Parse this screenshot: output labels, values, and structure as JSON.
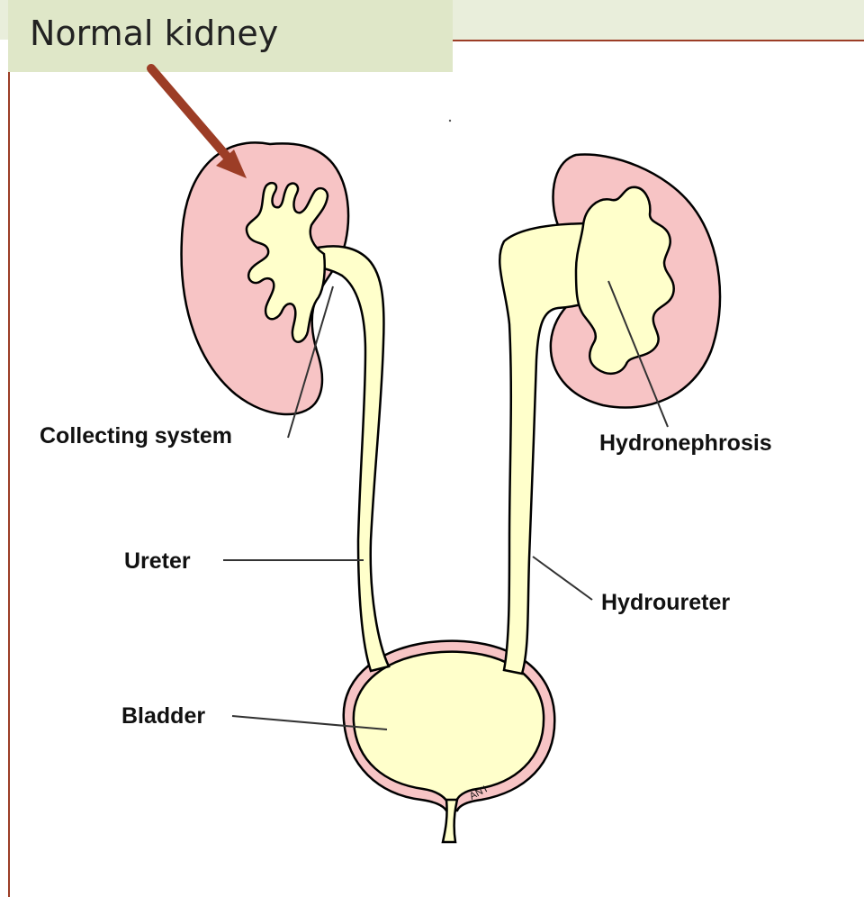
{
  "slide": {
    "title": "Normal kidney"
  },
  "diagram": {
    "labels": {
      "collecting_system": "Collecting system",
      "hydronephrosis": "Hydronephrosis",
      "ureter": "Ureter",
      "hydroureter": "Hydroureter",
      "bladder": "Bladder",
      "artist_mark": "AN'I"
    },
    "colors": {
      "kidney_tissue": "#f7c4c5",
      "urine_fluid": "#ffffcb",
      "outline": "#000000",
      "arrow": "#9c3d26",
      "title_box": "#dfe7c8",
      "accent_rule": "#9c3d26"
    },
    "icons": [
      "arrow-icon"
    ]
  }
}
